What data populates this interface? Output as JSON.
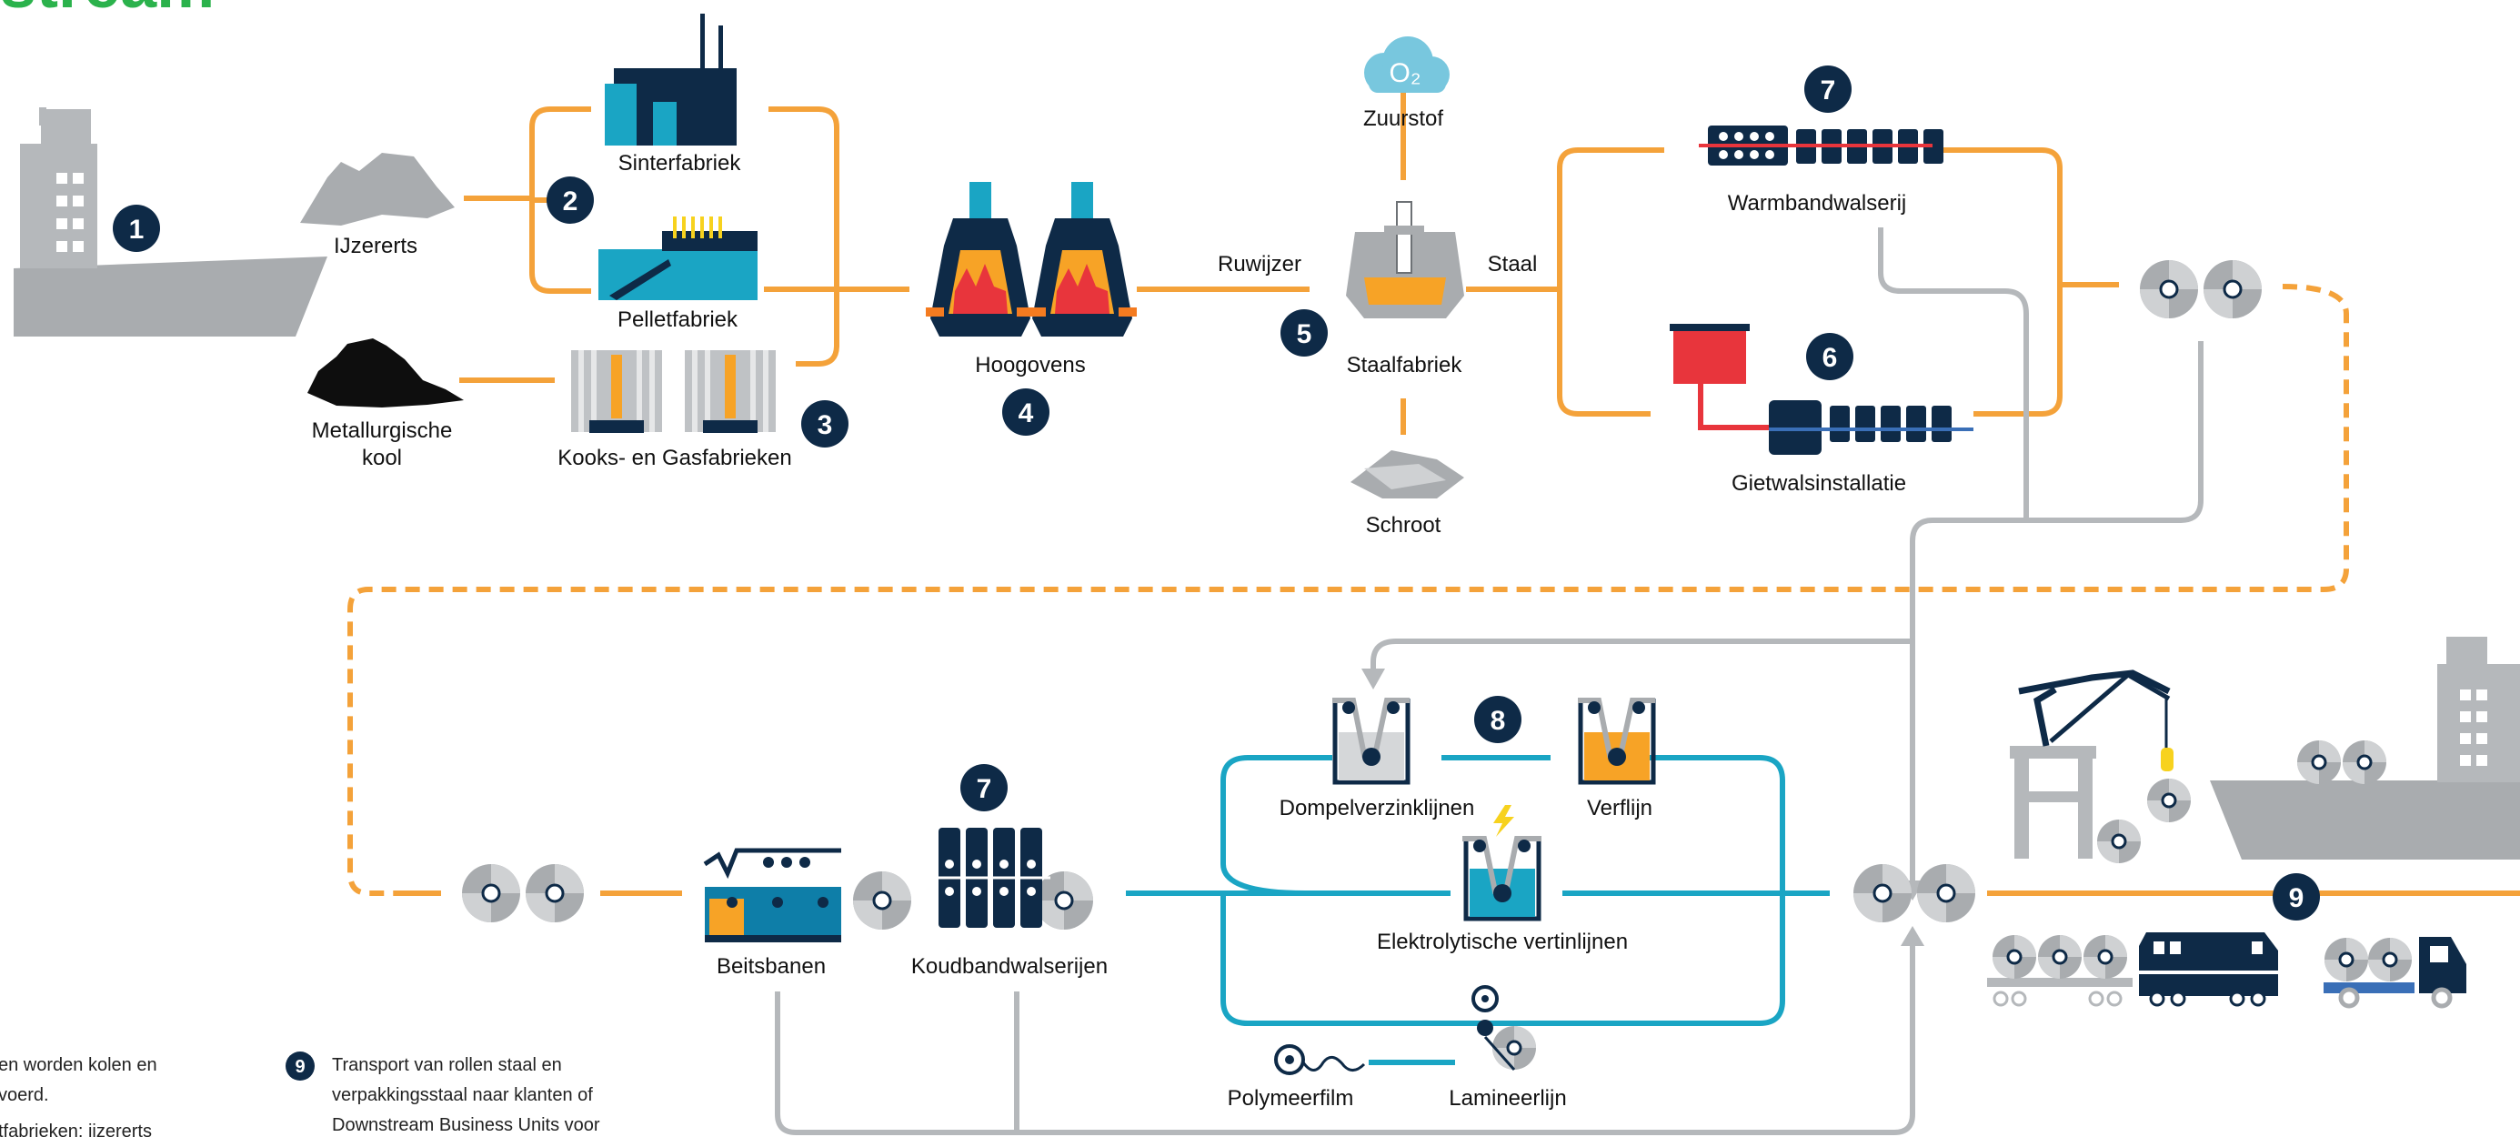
{
  "header": {
    "title": "stream"
  },
  "labels": {
    "ijzererts": "IJzererts",
    "kool": [
      "Metallurgische",
      "kool"
    ],
    "sinterfabriek": "Sinterfabriek",
    "pelletfabriek": "Pelletfabriek",
    "kooks": "Kooks- en Gasfabrieken",
    "hoogovens": "Hoogovens",
    "ruwijzer": "Ruwijzer",
    "zuurstof": "Zuurstof",
    "o2": "O₂",
    "staal": "Staal",
    "staalfabriek": "Staalfabriek",
    "schroot": "Schroot",
    "warmband": "Warmbandwalserij",
    "gietwals": "Gietwalsinstallatie",
    "beitsbanen": "Beitsbanen",
    "koudband": "Koudbandwalserijen",
    "dompel": "Dompelverzinklijnen",
    "verflijn": "Verflijn",
    "elektro": "Elektrolytische vertinlijnen",
    "polymeer": "Polymeerfilm",
    "lamineer": "Lamineerlijn"
  },
  "badges": [
    "1",
    "2",
    "3",
    "4",
    "5",
    "6",
    "7",
    "7",
    "8",
    "9",
    "9"
  ],
  "notes": {
    "left": [
      "en worden kolen en",
      "voerd.",
      "tfabrieken: ijzererts"
    ],
    "legend9": [
      "Transport van rollen staal en",
      "verpakkingsstaal naar klanten of",
      "Downstream Business Units voor"
    ]
  },
  "colors": {
    "orange": "#f4a23a",
    "grey": "#b5b8bb",
    "blue": "#1aa5c4",
    "navy": "#0e2a47",
    "green": "#2bb24c",
    "red": "#e8353c"
  }
}
